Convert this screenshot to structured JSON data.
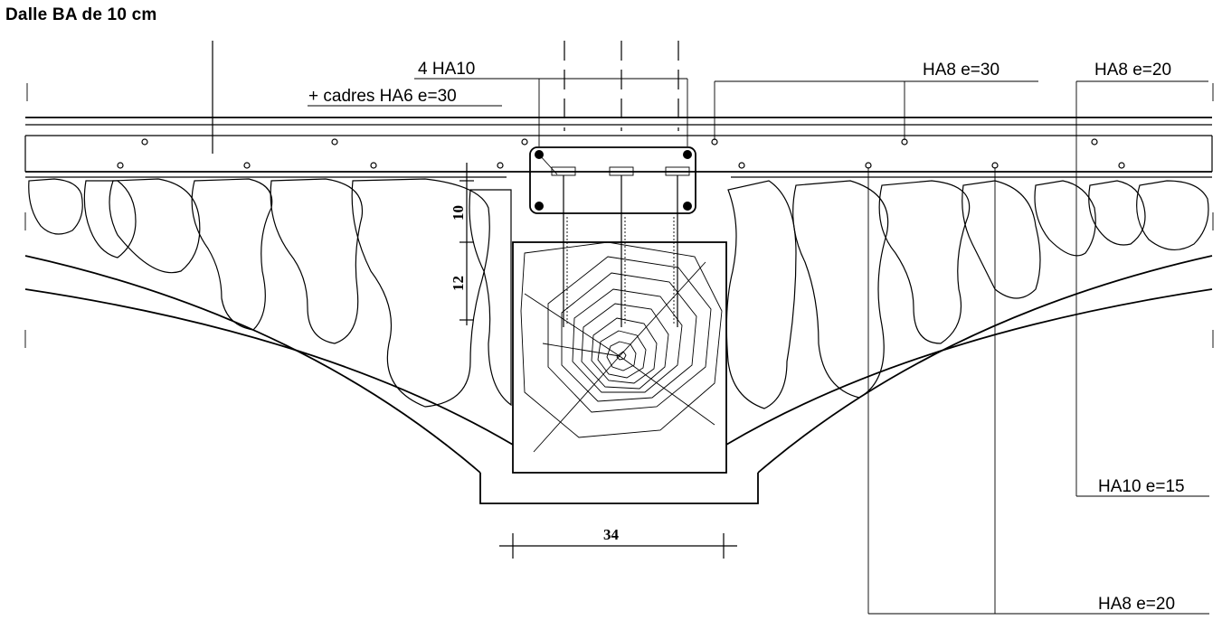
{
  "title": "Dalle BA de 10 cm",
  "labels": {
    "beam_main": "4 HA10",
    "beam_stirrups": "+ cadres HA6 e=30",
    "slab_top_1": "HA8 e=30",
    "slab_top_2": "HA8 e=20",
    "slab_bottom_1": "HA10 e=15",
    "slab_bottom_2": "HA8 e=20"
  },
  "dimensions": {
    "height_upper": "10",
    "height_lower": "12",
    "beam_width": "34"
  }
}
